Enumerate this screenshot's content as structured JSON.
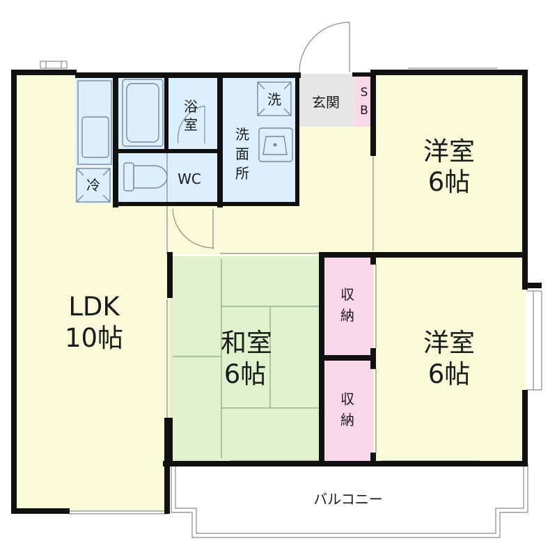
{
  "colors": {
    "wall": "#111111",
    "living_floor": "#f9fad8",
    "washitsu_floor": "#dff2cd",
    "wet_area": "#dcefff",
    "storage": "#fad8ea",
    "genkan": "#e6e6e6",
    "balcony": "#ffffff"
  },
  "rooms": {
    "ldk": {
      "name": "LDK",
      "size": "10帖"
    },
    "washitsu": {
      "name": "和室",
      "size": "6帖"
    },
    "youshitsu_top": {
      "name": "洋室",
      "size": "6帖"
    },
    "youshitsu_bottom": {
      "name": "洋室",
      "size": "6帖"
    },
    "bath": {
      "line1": "浴",
      "line2": "室"
    },
    "toilet": {
      "label": "WC"
    },
    "senmenjo": {
      "line1": "洗",
      "line2": "面",
      "line3": "所"
    },
    "washer": {
      "label": "洗"
    },
    "genkan": {
      "label": "玄関"
    },
    "shoebox": {
      "line1": "S",
      "line2": "B"
    },
    "fridge": {
      "label": "冷"
    },
    "storage_upper": {
      "line1": "収",
      "line2": "納"
    },
    "storage_lower": {
      "line1": "収",
      "line2": "納"
    },
    "balcony": {
      "label": "バルコニー"
    }
  }
}
